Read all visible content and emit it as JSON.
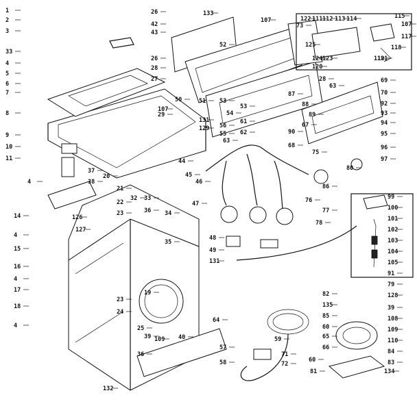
{
  "diagram": {
    "type": "exploded parts diagram",
    "callouts": [
      "1",
      "2",
      "3",
      "33",
      "4",
      "5",
      "6",
      "7",
      "8",
      "9",
      "10",
      "11",
      "4",
      "37",
      "38",
      "20",
      "21",
      "22",
      "23",
      "32",
      "33",
      "36",
      "34",
      "35",
      "14",
      "4",
      "15",
      "16",
      "4",
      "17",
      "18",
      "4",
      "19",
      "23",
      "24",
      "25",
      "39",
      "109",
      "40",
      "36",
      "132",
      "126",
      "127",
      "26",
      "42",
      "43",
      "26",
      "28",
      "27",
      "133",
      "107",
      "52",
      "53",
      "51",
      "50",
      "107",
      "29",
      "131",
      "129",
      "55",
      "56",
      "54",
      "53",
      "61",
      "62",
      "63",
      "64",
      "57",
      "58",
      "59",
      "71",
      "72",
      "73",
      "125",
      "124",
      "123",
      "122",
      "111",
      "112",
      "113",
      "114",
      "115",
      "107",
      "117",
      "118",
      "119",
      "121",
      "120",
      "28",
      "63",
      "69",
      "70",
      "92",
      "93",
      "94",
      "95",
      "96",
      "97",
      "80",
      "87",
      "88",
      "89",
      "90",
      "67",
      "68",
      "75",
      "76",
      "86",
      "44",
      "45",
      "46",
      "47",
      "48",
      "49",
      "131",
      "77",
      "78",
      "99",
      "100",
      "101",
      "102",
      "103",
      "104",
      "105",
      "91",
      "79",
      "128",
      "39",
      "108",
      "109",
      "110",
      "84",
      "83",
      "134",
      "60",
      "81",
      "82",
      "135",
      "85",
      "60",
      "65",
      "66"
    ]
  }
}
